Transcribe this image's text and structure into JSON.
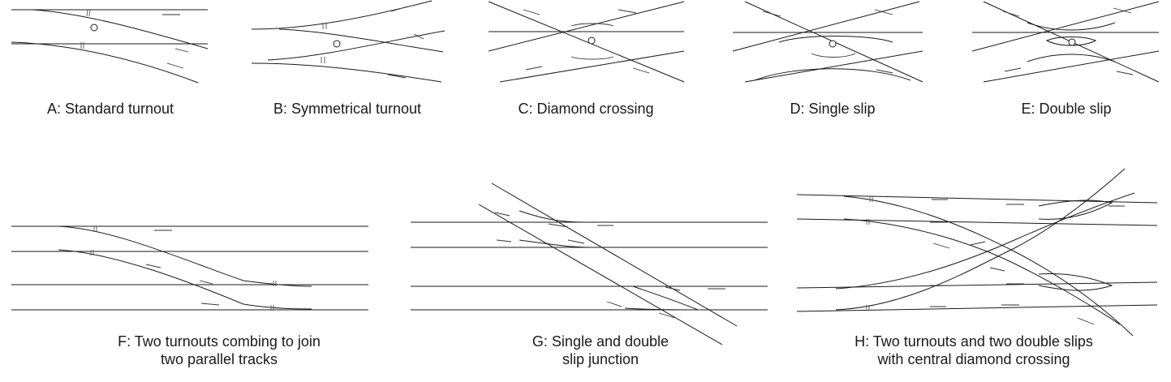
{
  "panels": {
    "a": {
      "caption": "A: Standard turnout"
    },
    "b": {
      "caption": "B: Symmetrical turnout"
    },
    "c": {
      "caption": "C: Diamond crossing"
    },
    "d": {
      "caption": "D: Single slip"
    },
    "e": {
      "caption": "E: Double slip"
    },
    "f": {
      "caption_line1": "F: Two turnouts combing to join",
      "caption_line2": "two parallel tracks"
    },
    "g": {
      "caption_line1": "G: Single and double",
      "caption_line2": "slip junction"
    },
    "h": {
      "caption_line1": "H: Two turnouts and two double slips",
      "caption_line2": "with central diamond crossing"
    }
  }
}
